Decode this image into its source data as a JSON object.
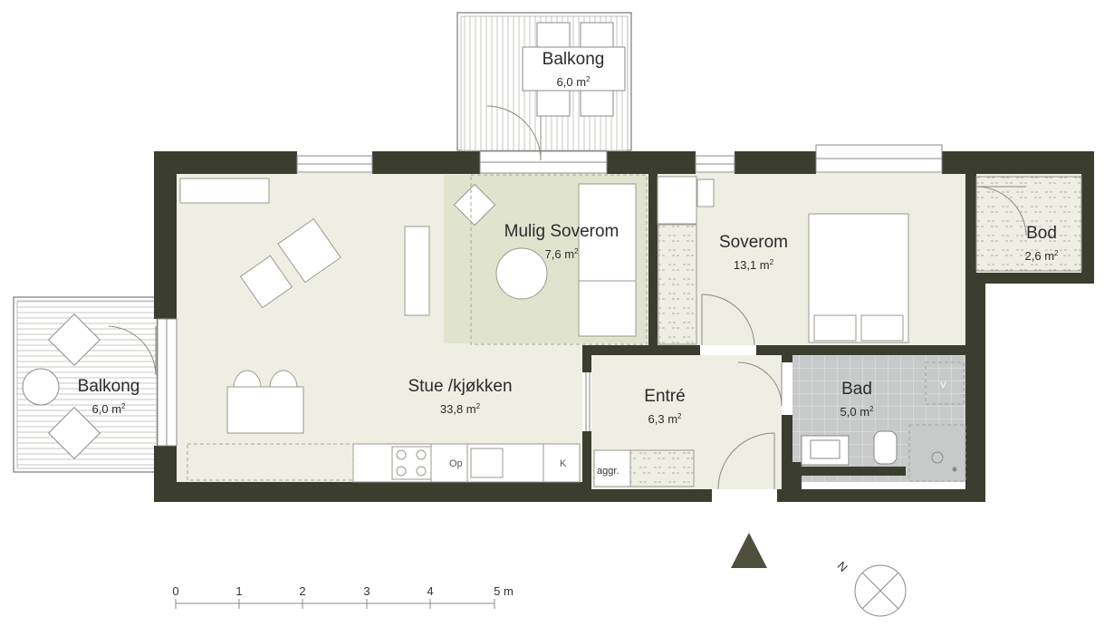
{
  "colors": {
    "wall": "#3b3d2f",
    "floor": "#eeeee3",
    "soverom_highlight": "#e0e3cd",
    "bad_tile": "#c7cac9",
    "line": "#9a9a8e",
    "north_arrow": "#4e4f3c"
  },
  "rooms": {
    "balkong_top": {
      "name": "Balkong",
      "area": "6,0 m",
      "unit_sup": "2"
    },
    "balkong_left": {
      "name": "Balkong",
      "area": "6,0 m",
      "unit_sup": "2"
    },
    "mulig_soverom": {
      "name": "Mulig Soverom",
      "area": "7,6 m",
      "unit_sup": "2"
    },
    "soverom": {
      "name": "Soverom",
      "area": "13,1 m",
      "unit_sup": "2"
    },
    "bod": {
      "name": "Bod",
      "area": "2,6 m",
      "unit_sup": "2"
    },
    "stue": {
      "name": "Stue /kjøkken",
      "area": "33,8 m",
      "unit_sup": "2"
    },
    "entre": {
      "name": "Entré",
      "area": "6,3 m",
      "unit_sup": "2"
    },
    "bad": {
      "name": "Bad",
      "area": "5,0 m",
      "unit_sup": "2"
    }
  },
  "fixtures": {
    "oven_label": "Op",
    "fridge_label": "K",
    "technical_label": "aggr.",
    "ventilation_label": "V"
  },
  "scale_bar": {
    "ticks": [
      "0",
      "1",
      "2",
      "3",
      "4",
      "5 m"
    ]
  },
  "compass": {
    "label": "N"
  },
  "icons": {
    "entrance": "entrance-triangle-icon",
    "compass": "compass-icon"
  }
}
